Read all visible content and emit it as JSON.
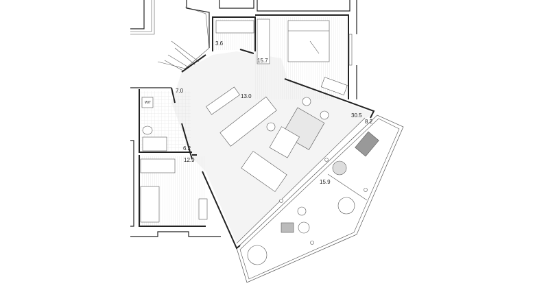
{
  "plan": {
    "rooms": [
      {
        "id": "storage",
        "area": "3.6"
      },
      {
        "id": "bedroom-main",
        "area": "15.7"
      },
      {
        "id": "hall",
        "area": "7.0"
      },
      {
        "id": "kitchen",
        "area": "13.0"
      },
      {
        "id": "living",
        "area": "30.5"
      },
      {
        "id": "balcony",
        "area": "8.2"
      },
      {
        "id": "bathroom",
        "area": "6.2"
      },
      {
        "id": "bedroom-second",
        "area": "12.9"
      },
      {
        "id": "terrace",
        "area": "15.9"
      }
    ],
    "toilet_label": "W/T"
  }
}
